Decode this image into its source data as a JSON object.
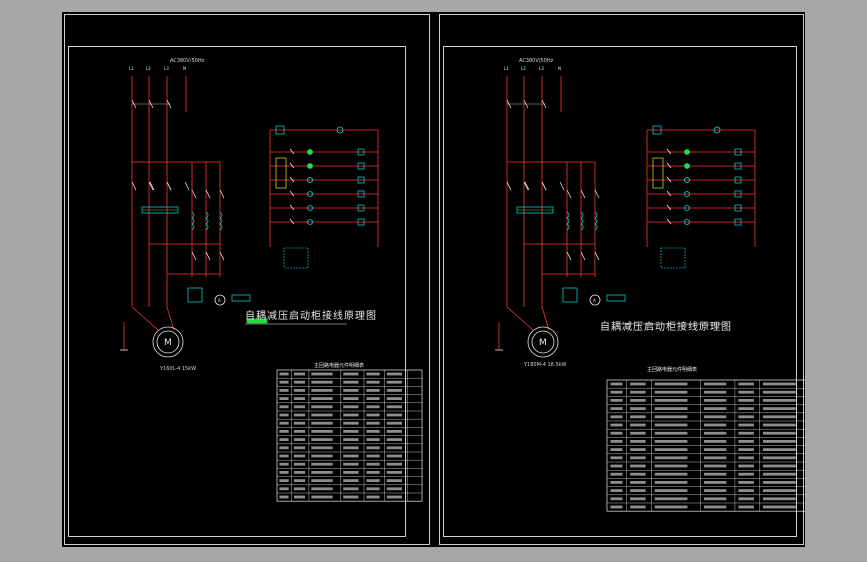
{
  "background_color": "#a7a7a7",
  "canvas_color": "#000000",
  "colors": {
    "power": "#ff3030",
    "control": "#e8e8e8",
    "cyan": "#00e5e5",
    "green": "#22dd44",
    "yellow": "#e8e820"
  },
  "sheets": [
    {
      "title": "自耦减压启动柜接线原理图",
      "source_label": "AC380V/50Hz",
      "phases": [
        "L1",
        "L2",
        "L3",
        "N"
      ],
      "motor_symbol": "M",
      "motor_label": "Y160L-4  15kW",
      "table_title": "主回路电器元件明细表",
      "table_rows": 16
    },
    {
      "title": "自耦减压启动柜接线原理图",
      "source_label": "AC380V/50Hz",
      "phases": [
        "L1",
        "L2",
        "L3",
        "N"
      ],
      "motor_symbol": "M",
      "motor_label": "Y180M-4  18.5kW",
      "table_title": "主回路电器元件明细表",
      "table_rows": 16
    }
  ]
}
